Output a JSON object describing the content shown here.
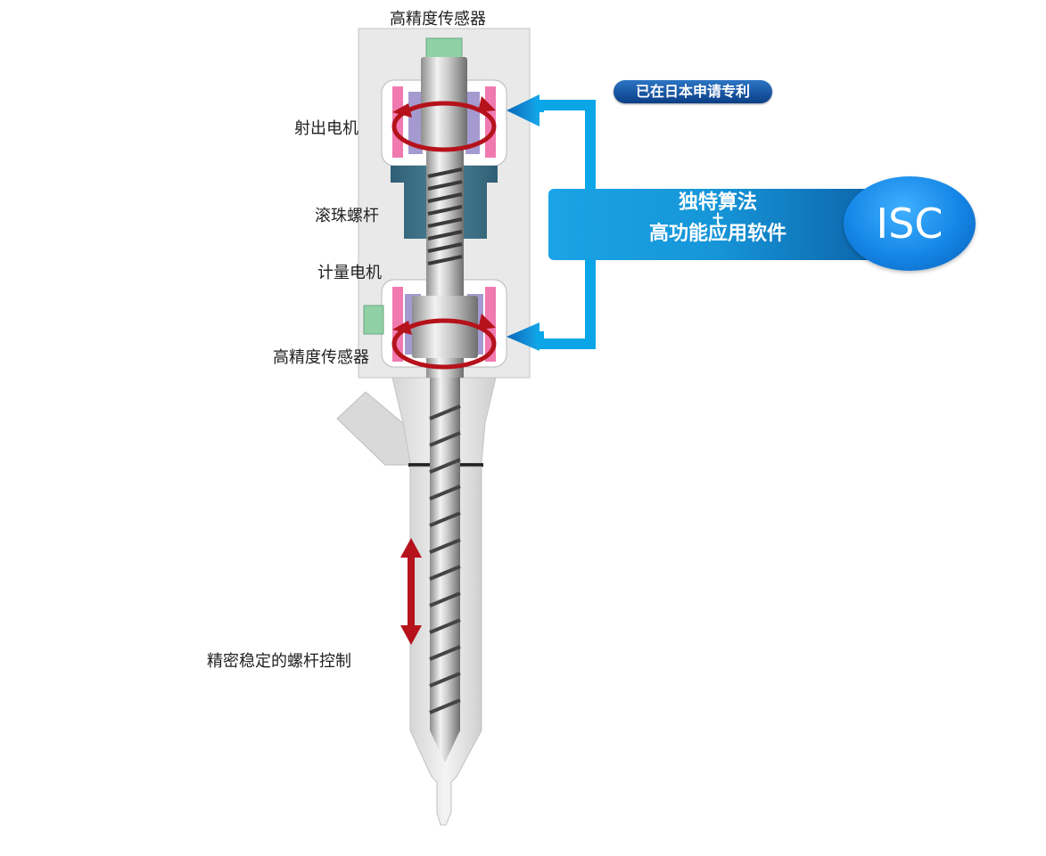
{
  "labels": {
    "top_sensor": "高精度传感器",
    "injection_motor": "射出电机",
    "ball_screw": "滚珠螺杆",
    "metering_motor": "计量电机",
    "bottom_sensor": "高精度传感器",
    "screw_control": "精密稳定的螺杆控制"
  },
  "patent_badge": "已在日本申请专利",
  "algorithm": {
    "line1": "独特算法",
    "plus": "+",
    "line2": "高功能应用软件"
  },
  "isc_logo": "ISC",
  "colors": {
    "flow_blue": "#0aa6e8",
    "rotation_red": "#b5121b",
    "coil_pink": "#f07ab0",
    "magnet_purple": "#a59ad0",
    "ball_screw_teal": "#3d6f85",
    "sensor_green": "#8fd1a5",
    "housing_gray": "#e9e9e9"
  }
}
